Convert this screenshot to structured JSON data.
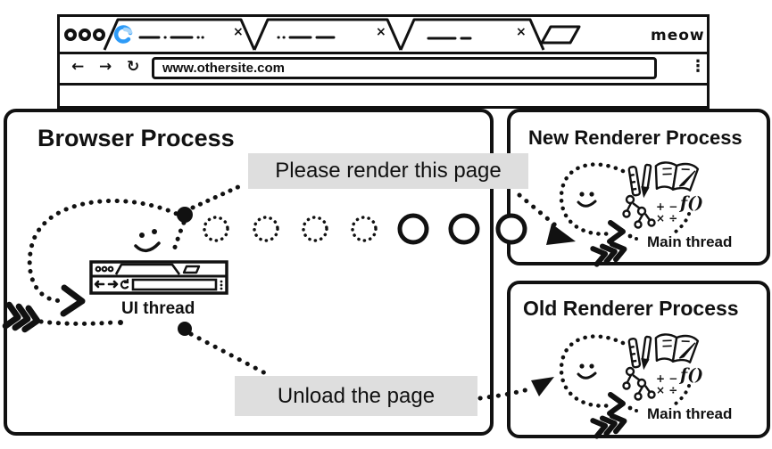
{
  "browser_chrome": {
    "url": "www.othersite.com",
    "logo_text": "meow",
    "icons": {
      "back": "←",
      "forward": "→",
      "reload": "↻",
      "menu": "⋮",
      "close": "×"
    }
  },
  "diagram": {
    "browser_process": {
      "title": "Browser Process",
      "ui_thread_label": "UI thread",
      "message_render": "Please render this page",
      "message_unload": "Unload the page"
    },
    "new_renderer_process": {
      "title": "New Renderer Process",
      "main_thread_label": "Main thread"
    },
    "old_renderer_process": {
      "title": "Old Renderer Process",
      "main_thread_label": "Main thread"
    },
    "renderer_icons": {
      "function_label": "f()",
      "math_row1": "+ −",
      "math_row2": "× ÷"
    },
    "colors": {
      "ink": "#111111",
      "label_background": "#dedede",
      "spinner_blue": "#2e9bf7",
      "spinner_blue_light": "#a8d6fa"
    }
  }
}
